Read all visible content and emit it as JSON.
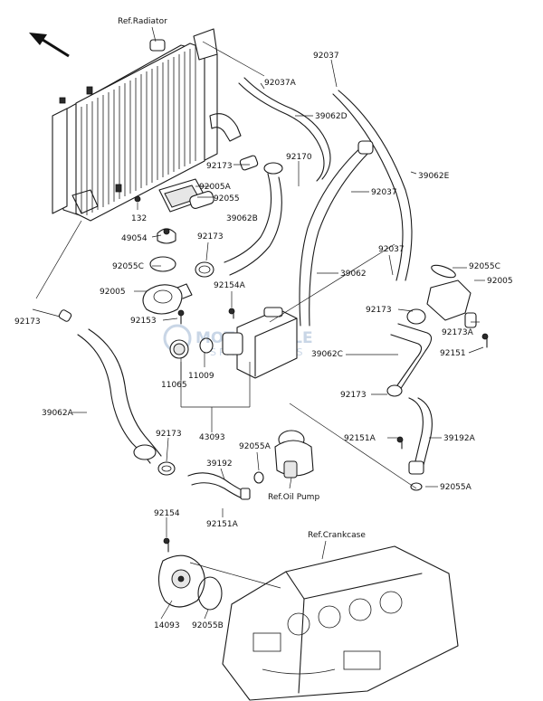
{
  "references": {
    "radiator": "Ref.Radiator",
    "oil_pump": "Ref.Oil Pump",
    "crankcase": "Ref.Crankcase"
  },
  "part_labels": {
    "p92037_top": "92037",
    "p92037A": "92037A",
    "p39062D": "39062D",
    "p92170": "92170",
    "p39062E": "39062E",
    "p92173_top": "92173",
    "p92005A": "92005A",
    "p92055": "92055",
    "p92037_mid": "92037",
    "p132": "132",
    "p39062B": "39062B",
    "p49054": "49054",
    "p92173_mid": "92173",
    "p92037_right": "92037",
    "p92055C_left": "92055C",
    "p39062": "39062",
    "p92055C_right": "92055C",
    "p92005_right": "92005",
    "p92005_left": "92005",
    "p92154A": "92154A",
    "p92173_left": "92173",
    "p92153": "92153",
    "p92173_right": "92173",
    "p92173A": "92173A",
    "p39062C": "39062C",
    "p92151": "92151",
    "p11009": "11009",
    "p11065": "11065",
    "p92173_r2": "92173",
    "p39062A": "39062A",
    "p43093": "43093",
    "p92151A_right": "92151A",
    "p39192A": "39192A",
    "p92055A_mid": "92055A",
    "p92173_low": "92173",
    "p39192": "39192",
    "p92055A_right": "92055A",
    "p92151A_low": "92151A",
    "p92154": "92154",
    "p14093": "14093",
    "p92055B": "92055B"
  },
  "watermark": {
    "brand": "MOTORCYCLE",
    "tagline": "SPARE PARTS"
  }
}
